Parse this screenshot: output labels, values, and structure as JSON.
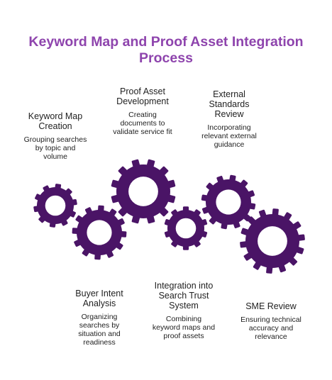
{
  "title_lines": [
    "Keyword Map and Proof Asset Integration",
    "Process"
  ],
  "accent_color": "#8e44ad",
  "gear_color": "#4a1466",
  "steps": [
    {
      "head": [
        "Keyword Map",
        "Creation"
      ],
      "desc": [
        "Grouping searches",
        "by topic and",
        "volume"
      ]
    },
    {
      "head": [
        "Proof Asset",
        "Development"
      ],
      "desc": [
        "Creating",
        "documents to",
        "validate service fit"
      ]
    },
    {
      "head": [
        "External",
        "Standards",
        "Review"
      ],
      "desc": [
        "Incorporating",
        "relevant external",
        "guidance"
      ]
    },
    {
      "head": [
        "Buyer Intent",
        "Analysis"
      ],
      "desc": [
        "Organizing",
        "searches by",
        "situation and",
        "readiness"
      ]
    },
    {
      "head": [
        "Integration into",
        "Search Trust",
        "System"
      ],
      "desc": [
        "Combining",
        "keyword maps and",
        "proof assets"
      ]
    },
    {
      "head": [
        "SME Review"
      ],
      "desc": [
        "Ensuring technical",
        "accuracy and",
        "relevance"
      ]
    }
  ]
}
